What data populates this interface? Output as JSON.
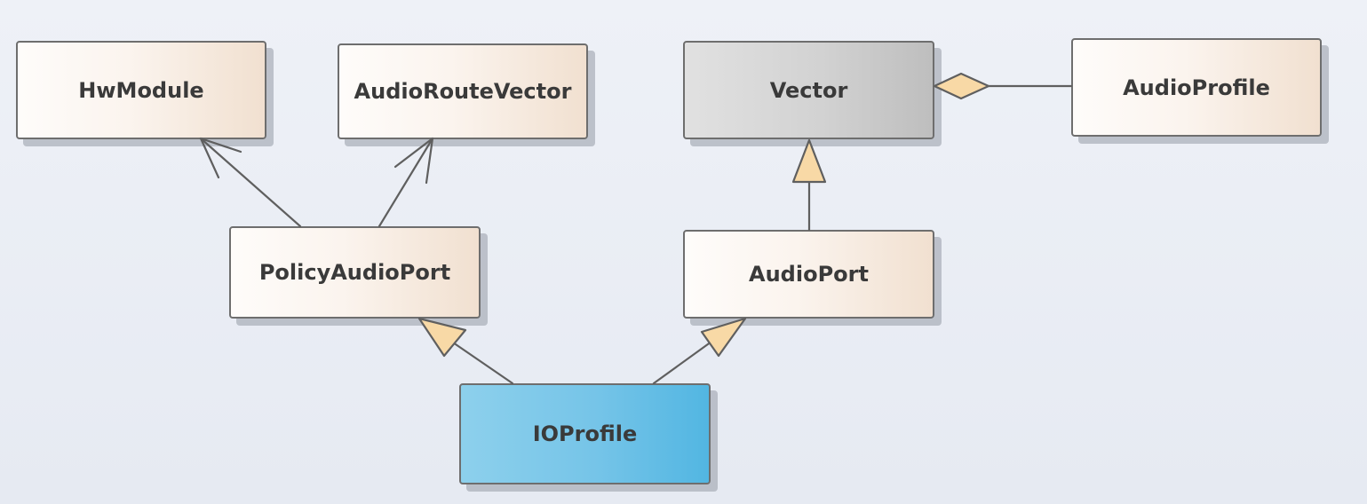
{
  "diagram": {
    "classes": {
      "hwmodule": "HwModule",
      "audio_route_vector": "AudioRouteVector",
      "vector": "Vector",
      "audio_profile": "AudioProfile",
      "policy_audio_port": "PolicyAudioPort",
      "audio_port": "AudioPort",
      "io_profile": "IOProfile"
    },
    "relationships": [
      {
        "from": "PolicyAudioPort",
        "to": "HwModule",
        "type": "association"
      },
      {
        "from": "PolicyAudioPort",
        "to": "AudioRouteVector",
        "type": "association"
      },
      {
        "from": "AudioPort",
        "to": "Vector",
        "type": "generalization"
      },
      {
        "from": "Vector",
        "to": "AudioProfile",
        "type": "aggregation"
      },
      {
        "from": "IOProfile",
        "to": "PolicyAudioPort",
        "type": "generalization"
      },
      {
        "from": "IOProfile",
        "to": "AudioPort",
        "type": "generalization"
      }
    ],
    "colors": {
      "class_fill": "#f1e0d0",
      "template_fill": "#c8c8c8",
      "focus_fill": "#5ab9e3",
      "arrowhead_fill": "#f8d9a6",
      "line": "#5f5f5f"
    }
  }
}
